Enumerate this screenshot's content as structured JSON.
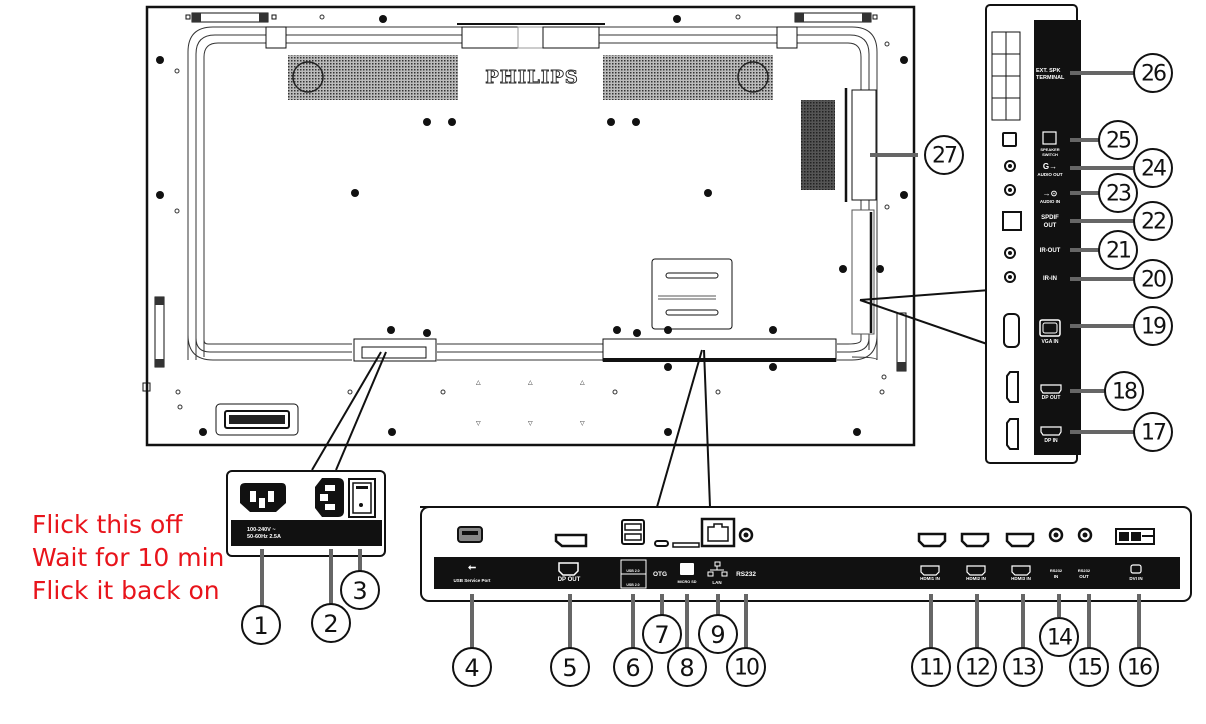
{
  "note": {
    "lines": [
      "Flick this off",
      "Wait for 10 min",
      "Flick it back on"
    ],
    "color": "#e8141b"
  },
  "monitor": {
    "brand": "PHILIPS"
  },
  "power_panel": {
    "rating_line1": "100-240V ~",
    "rating_line2": "50-60Hz 2.5A",
    "callouts": [
      {
        "num": "1",
        "item": "ac-in"
      },
      {
        "num": "2",
        "item": "ac-out"
      },
      {
        "num": "3",
        "item": "main-power-switch"
      }
    ]
  },
  "bottom_panel": {
    "labels": {
      "usb_service": "USB Service Port",
      "dp_out": "DP OUT",
      "usb_a1": "USB 2.0",
      "usb_a2": "USB 2.0",
      "otg": "OTG",
      "micro_sd": "MICRO SD",
      "lan": "LAN",
      "rs232": "RS232",
      "hdmi1": "HDMI1 IN",
      "hdmi2": "HDMI2 IN",
      "hdmi3": "HDMI3 IN",
      "rs232_in_1": "RS232",
      "rs232_in_2": "IN",
      "rs232_out_1": "RS232",
      "rs232_out_2": "OUT",
      "dvi_in": "DVI IN"
    },
    "callouts": [
      "4",
      "5",
      "6",
      "7",
      "8",
      "9",
      "10",
      "11",
      "12",
      "13",
      "14",
      "15",
      "16"
    ]
  },
  "side_panel": {
    "labels": {
      "ext_spk_1": "EXT. SPK",
      "ext_spk_2": "TERMINAL",
      "spk_switch_1": "SPEAKER",
      "spk_switch_2": "SWITCH",
      "audio_out": "AUDIO OUT",
      "audio_in": "AUDIO IN",
      "spdif_1": "SPDIF",
      "spdif_2": "OUT",
      "ir_out": "IR-OUT",
      "ir_in": "IR-IN",
      "vga_in": "VGA IN",
      "dp_out": "DP OUT",
      "dp_in": "DP IN"
    },
    "callouts": [
      "17",
      "18",
      "19",
      "20",
      "21",
      "22",
      "23",
      "24",
      "25",
      "26"
    ]
  },
  "extra_callouts": [
    "27"
  ]
}
